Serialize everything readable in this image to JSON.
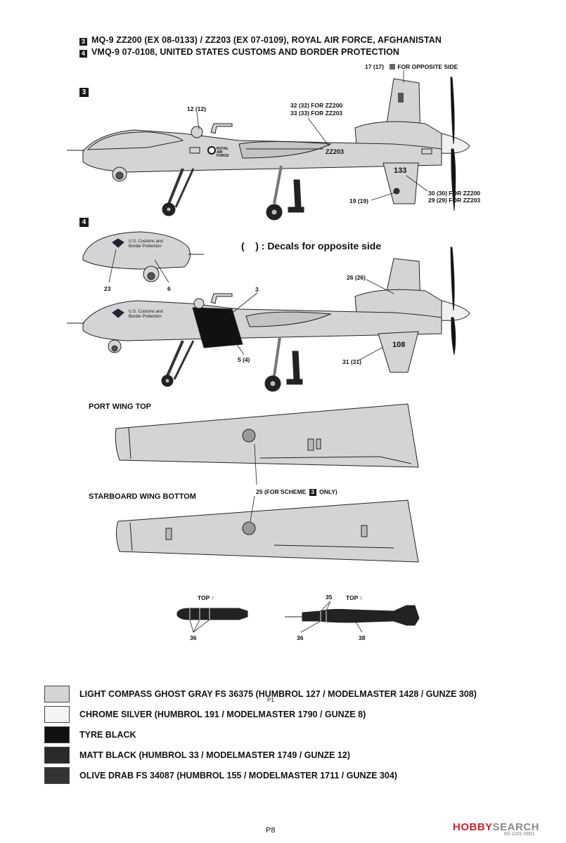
{
  "headers": [
    {
      "num": "3",
      "text": "MQ-9 ZZ200 (EX 08-0133) / ZZ203 (EX 07-0109), ROYAL AIR FORCE, AFGHANISTAN"
    },
    {
      "num": "4",
      "text": "VMQ-9 07-0108, UNITED STATES CUSTOMS AND BORDER PROTECTION"
    }
  ],
  "scheme3": {
    "box": "3",
    "callouts": {
      "c17": "17 (17)",
      "c17b": "FOR OPPOSITE SIDE",
      "c12": "12 (12)",
      "c32": "32 (32) FOR ZZ200",
      "c33": "33 (33) FOR ZZ203",
      "c30": "30 (30) FOR ZZ200",
      "c29": "29 (29) FOR ZZ203",
      "c19": "19 (19)"
    },
    "serial": "ZZ203",
    "tail": "133",
    "roundel_text": "ROYAL AIR FORCE"
  },
  "scheme4": {
    "box": "4",
    "note": "(    ) : Decals for opposite side",
    "callouts": {
      "c3": "3",
      "c26": "26 (26)",
      "c23": "23",
      "c6": "6",
      "c5": "5 (4)",
      "c31": "31 (31)"
    },
    "tail": "108",
    "agency_line1": "U.S. Customs and",
    "agency_line2": "Border Protection"
  },
  "wings": {
    "port_label": "PORT WING TOP",
    "starboard_label": "STARBOARD WING BOTTOM",
    "c25_pre": "25 (FOR SCHEME",
    "c25_box": "3",
    "c25_post": "ONLY)"
  },
  "ordnance": {
    "left_top": "TOP ↑",
    "left_36": "36",
    "right_top": "TOP ↑",
    "right_35": "35",
    "right_36": "36",
    "right_38": "38"
  },
  "legend": [
    {
      "color": "#d4d4d6",
      "text": "LIGHT COMPASS GHOST GRAY FS 36375 (HUMBROL 127 / MODELMASTER 1428 / GUNZE 308)"
    },
    {
      "color": "#f4f4f4",
      "text": "CHROME SILVER (HUMBROL 191 / MODELMASTER 1790 / GUNZE 8)"
    },
    {
      "color": "#111111",
      "text": "TYRE BLACK"
    },
    {
      "color": "#2a2a2a",
      "text": "MATT BLACK (HUMBROL 33 / MODELMASTER 1749 / GUNZE 12)"
    },
    {
      "color": "#333333",
      "text": "OLIVE DRAB FS 34087 (HUMBROL 155 / MODELMASTER 1711 / GUNZE 304)"
    }
  ],
  "legend_mark": "P1",
  "footer": {
    "page": "P8",
    "watermark_brand": "HOBBY",
    "watermark_suffix": "SEARCH",
    "code": "83-1201-0001"
  }
}
